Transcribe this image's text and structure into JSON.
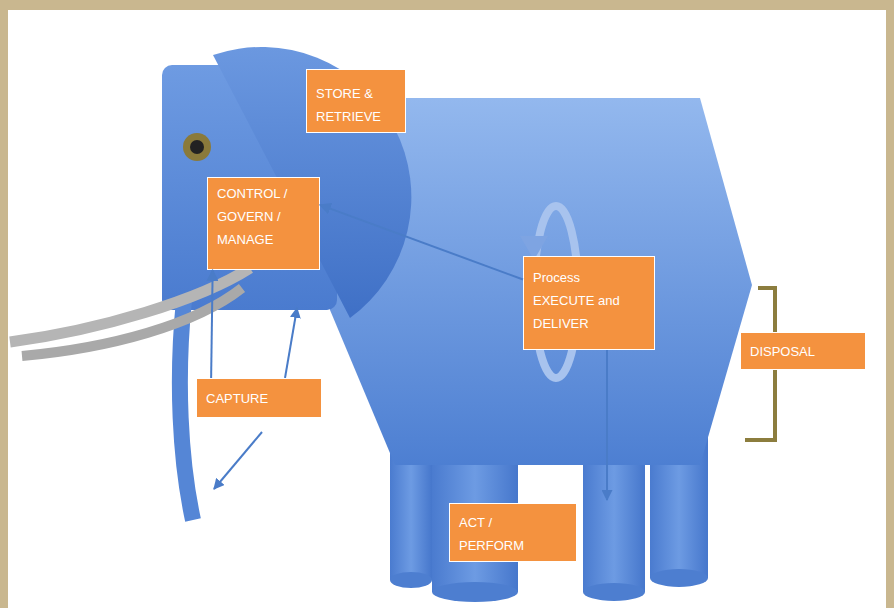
{
  "diagram": {
    "nodes": [
      {
        "text": [
          "STORE & RETRIEVE"
        ]
      },
      {
        "text": [
          "CONTROL / GOVERN / MANAGE"
        ]
      },
      {
        "text": [
          "Process EXECUTE and DELIVER"
        ]
      },
      {
        "text": [
          "DISPOSAL"
        ]
      },
      {
        "text": [
          "CAPTURE"
        ]
      },
      {
        "text": [
          "ACT / PERFORM"
        ]
      }
    ],
    "edges": [
      {
        "from": 2,
        "to": 1,
        "arrow": "to"
      },
      {
        "from": 4,
        "to": 1,
        "arrow": "to"
      }
    ]
  }
}
